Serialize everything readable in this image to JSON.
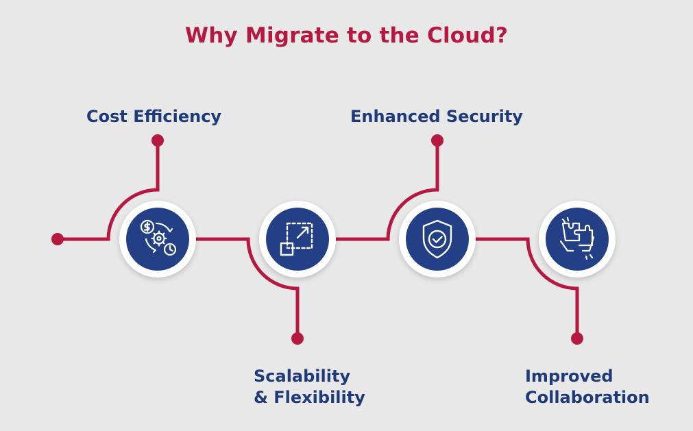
{
  "title": "Why Migrate to the Cloud?",
  "benefits": [
    {
      "label": "Cost Efficiency",
      "icon": "cost-cycle-icon"
    },
    {
      "label": "Scalability",
      "label_line2": "& Flexibility",
      "icon": "scale-expand-icon"
    },
    {
      "label": "Enhanced Security",
      "icon": "shield-check-icon"
    },
    {
      "label": "Improved",
      "label_line2": "Collaboration",
      "icon": "puzzle-hands-icon"
    }
  ],
  "colors": {
    "background": "#e8e8e8",
    "line": "#b5193f",
    "title": "#b5193f",
    "label": "#1f3a78",
    "circle": "#233f86"
  }
}
